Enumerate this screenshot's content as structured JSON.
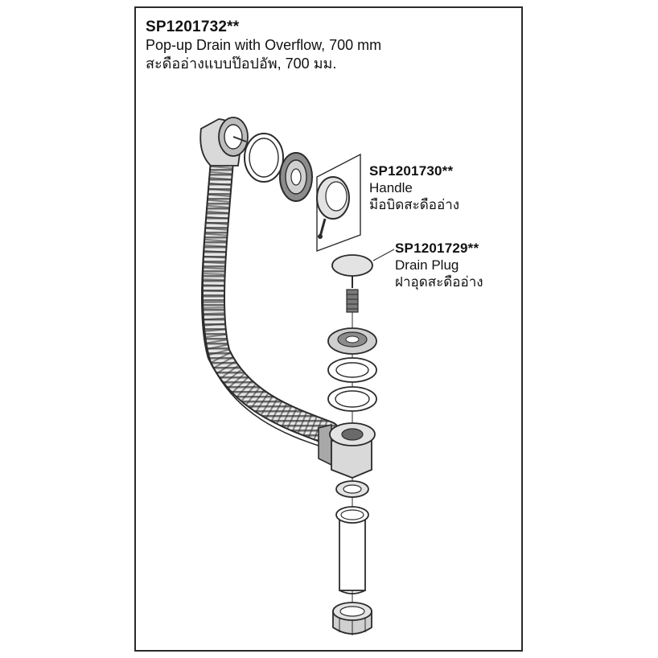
{
  "header": {
    "part_code": "SP1201732**",
    "title_en": "Pop-up Drain with Overflow, 700 mm",
    "title_th": "สะดืออ่างแบบป๊อปอัพ, 700 มม."
  },
  "callouts": {
    "handle": {
      "part_code": "SP1201730**",
      "name_en": "Handle",
      "name_th": "มือบิดสะดืออ่าง"
    },
    "drain_plug": {
      "part_code": "SP1201729**",
      "name_en": "Drain Plug",
      "name_th": "ฝาอุดสะดืออ่าง"
    }
  },
  "colors": {
    "line": "#2b2b2b",
    "fill_light": "#d9d9d9",
    "fill_mid": "#a8a8a8",
    "fill_dark": "#555555"
  }
}
